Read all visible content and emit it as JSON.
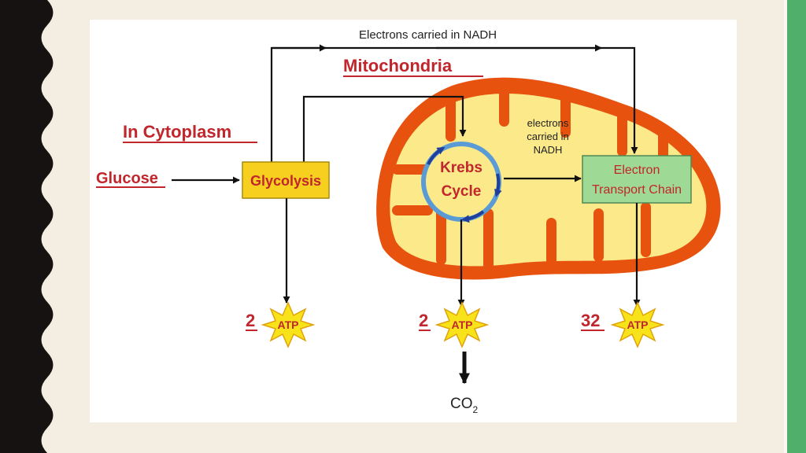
{
  "diagram": {
    "top_arrow_label": "Electrons carried in NADH",
    "mitochondria_title": "Mitochondria",
    "cytoplasm_title": "In Cytoplasm",
    "glucose_label": "Glucose",
    "glycolysis_label": "Glycolysis",
    "krebs_line1": "Krebs",
    "krebs_line2": "Cycle",
    "inner_electrons_line1": "electrons",
    "inner_electrons_line2": "carried in",
    "inner_electrons_line3": "NADH",
    "etc_line1": "Electron",
    "etc_line2": "Transport  Chain",
    "atp_glycolysis_count": "2",
    "atp_krebs_count": "2",
    "atp_etc_count": "32",
    "atp_label": "ATP",
    "co2_main": "CO",
    "co2_sub": "2"
  },
  "colors": {
    "title_red": "#c0262c",
    "mitochondria_outer": "#e8520f",
    "mitochondria_inner": "#fbe98a",
    "glycolysis_box": "#f7cf1e",
    "etc_box": "#9fd996",
    "krebs_ring": "#5b9bd5",
    "atp_burst": "#f8e31b",
    "background": "#f4ede1",
    "accent_green": "#4faf6b"
  }
}
